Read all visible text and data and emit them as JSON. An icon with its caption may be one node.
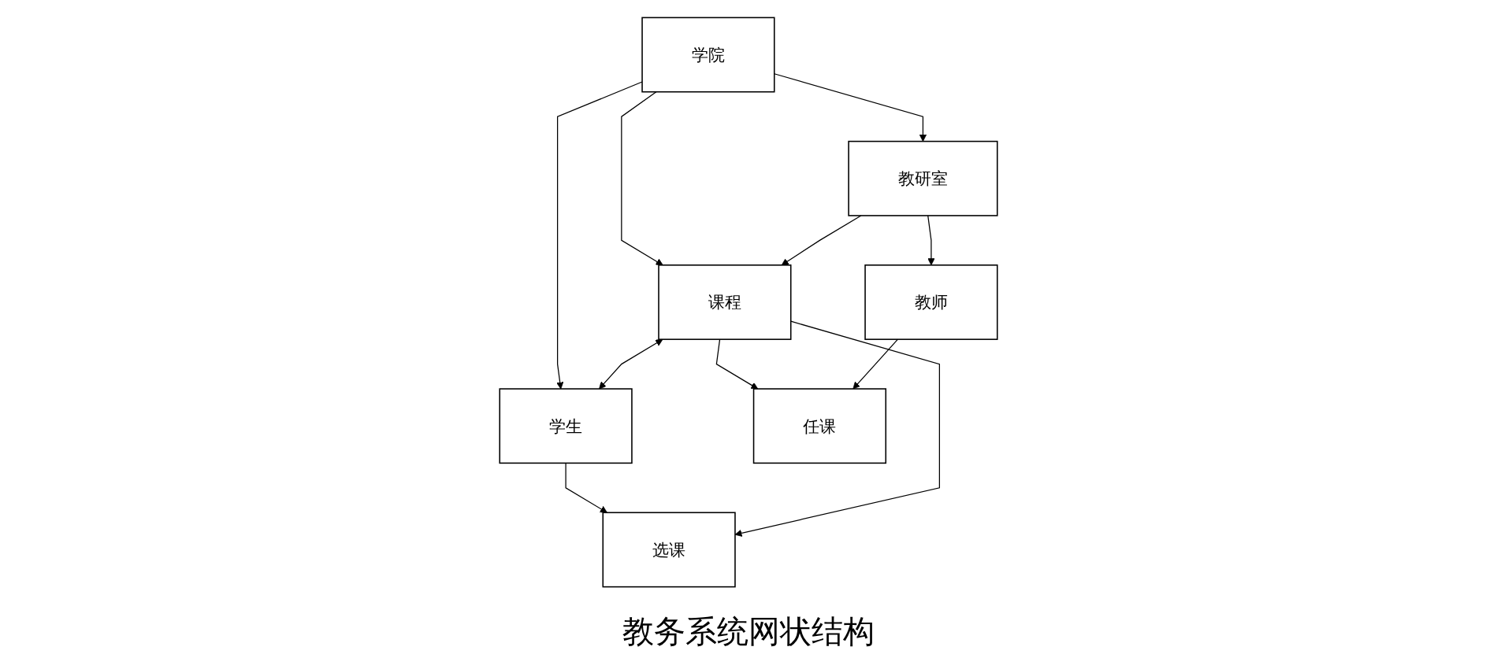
{
  "diagram": {
    "caption": "教务系统网状结构",
    "nodes": [
      {
        "text": [
          "学院"
        ]
      },
      {
        "text": [
          "教研室"
        ]
      },
      {
        "text": [
          "课程"
        ]
      },
      {
        "text": [
          "学生"
        ]
      },
      {
        "text": [
          "教师"
        ]
      },
      {
        "text": [
          "任课"
        ]
      },
      {
        "text": [
          "选课"
        ]
      }
    ],
    "edges": [
      {
        "from": 0,
        "to": 1,
        "arrow": "to"
      },
      {
        "from": 0,
        "to": 2,
        "arrow": "to"
      },
      {
        "from": 0,
        "to": 3,
        "arrow": "to"
      },
      {
        "from": 1,
        "to": 2,
        "arrow": "to"
      },
      {
        "from": 2,
        "to": 3,
        "arrow": "both"
      },
      {
        "from": 1,
        "to": 4,
        "arrow": "to"
      },
      {
        "from": 2,
        "to": 5,
        "arrow": "to"
      },
      {
        "from": 3,
        "to": 6,
        "arrow": "to"
      },
      {
        "from": 2,
        "to": 6,
        "arrow": "to"
      },
      {
        "from": 4,
        "to": 5,
        "arrow": "to"
      }
    ]
  }
}
